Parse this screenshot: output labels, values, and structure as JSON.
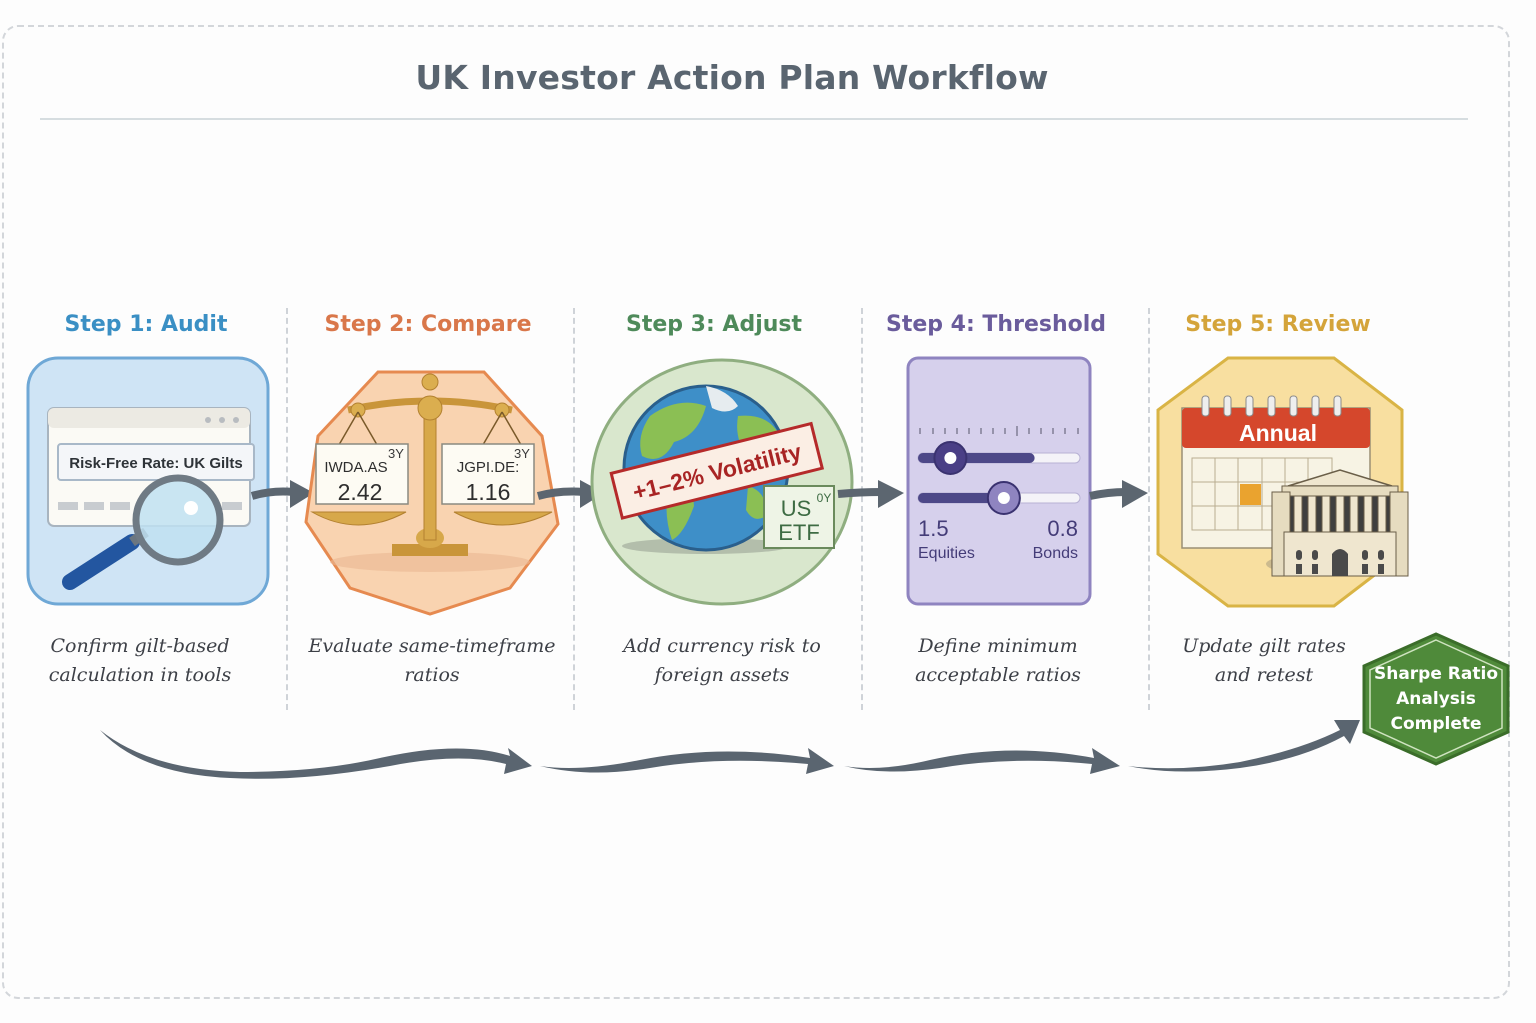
{
  "title": "UK Investor Action Plan Workflow",
  "steps": [
    {
      "title": "Step 1: Audit",
      "color": "#3a8fc4",
      "panel_label": "Risk-Free Rate: UK Gilts",
      "description_lines": [
        "Confirm gilt-based",
        "calculation in tools"
      ],
      "icons": [
        "browser-window-icon",
        "magnifying-glass-icon"
      ]
    },
    {
      "title": "Step 2: Compare",
      "color": "#d9774a",
      "cards": [
        {
          "ticker": "IWDA.AS",
          "period": "3Y",
          "value": "2.42"
        },
        {
          "ticker": "JGPI.DE:",
          "period": "3Y",
          "value": "1.16"
        }
      ],
      "description_lines": [
        "Evaluate same-timeframe",
        "ratios"
      ],
      "icons": [
        "balance-scale-icon"
      ]
    },
    {
      "title": "Step 3: Adjust",
      "color": "#4e8a5a",
      "banner": "+1–2% Volatility",
      "tag_line1": "US",
      "tag_sup": "0Y",
      "tag_line2": "ETF",
      "description_lines": [
        "Add currency risk to",
        "foreign assets"
      ],
      "icons": [
        "globe-icon"
      ]
    },
    {
      "title": "Step 4: Threshold",
      "color": "#6a5c9c",
      "sliders": [
        {
          "name": "Equities",
          "value": "1.5",
          "fill": 0.72
        },
        {
          "name": "Bonds",
          "value": "0.8",
          "fill": 0.48
        }
      ],
      "description_lines": [
        "Define minimum",
        "acceptable ratios"
      ],
      "icons": [
        "slider-icon"
      ]
    },
    {
      "title": "Step 5: Review",
      "color": "#d4a43a",
      "calendar_label": "Annual",
      "description_lines": [
        "Update gilt rates",
        "and retest"
      ],
      "icons": [
        "calendar-icon",
        "bank-building-icon"
      ]
    }
  ],
  "completion": {
    "lines": [
      "Sharpe Ratio",
      "Analysis",
      "Complete"
    ],
    "color": "#4f8a3a"
  }
}
